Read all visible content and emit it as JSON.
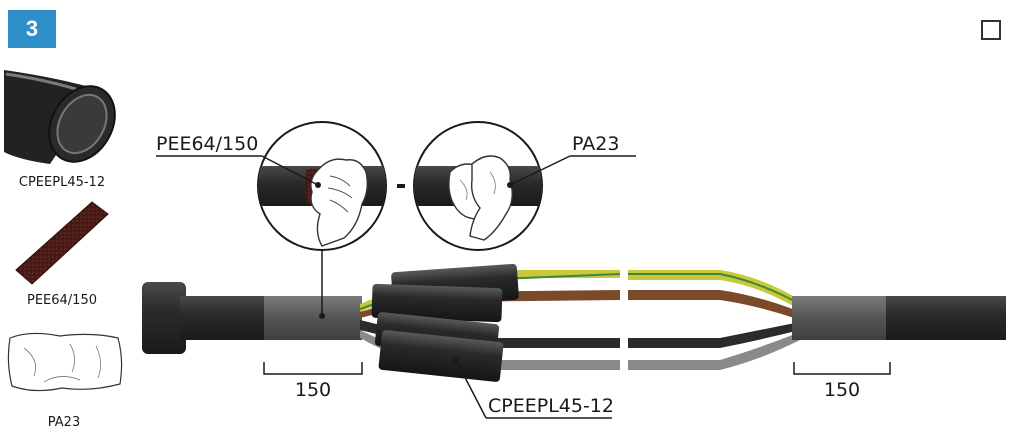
{
  "step": {
    "number": "3",
    "color": "#2e8fc8"
  },
  "checkbox": {
    "checked": false
  },
  "materials": [
    {
      "label": "CPEEPL45-12",
      "icon": "heat-shrink-tube"
    },
    {
      "label": "PEE64/150",
      "icon": "abrasive-strip"
    },
    {
      "label": "PA23",
      "icon": "cleaning-cloth"
    }
  ],
  "callouts": {
    "abrasive": "PEE64/150",
    "cloth": "PA23",
    "tube": "CPEEPL45-12"
  },
  "dimensions": {
    "left": "150",
    "right": "150"
  },
  "colors": {
    "cable": "#2b2b2b",
    "sleeve": "#555555",
    "yellow_green": "#c8c83a",
    "brown": "#7a4a2a",
    "black": "#2b2b2b",
    "grey": "#8a8a8a",
    "abrasive": "#5a1e1a"
  }
}
